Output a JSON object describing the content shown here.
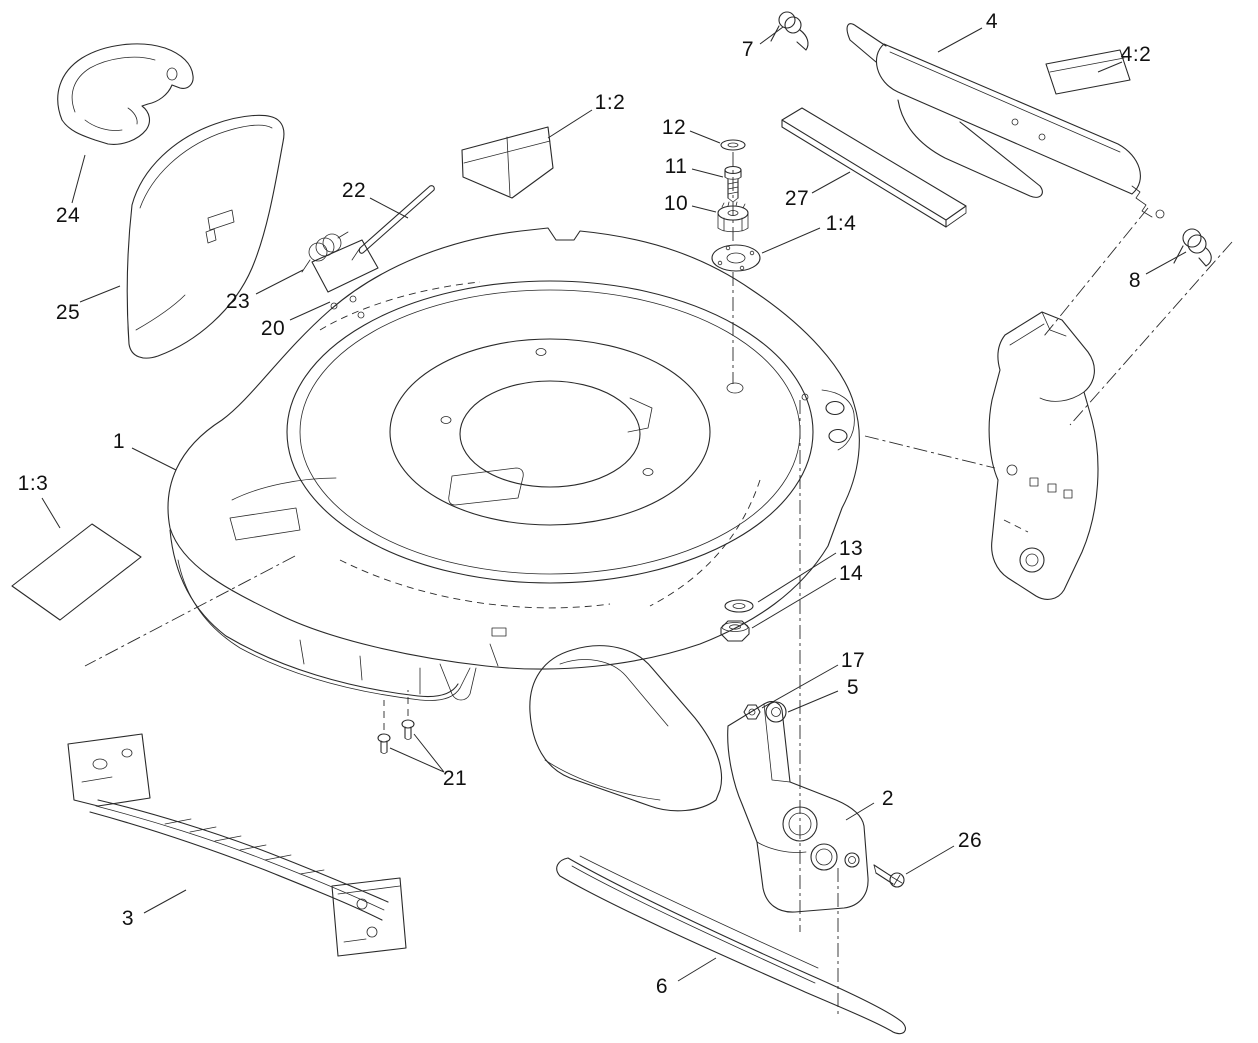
{
  "diagram": {
    "kind": "exploded-parts-diagram",
    "subject": "lawn mower housing and deck assembly",
    "background_color": "#ffffff",
    "line_color": "#2a2a2a",
    "callouts": [
      {
        "label": "1"
      },
      {
        "label": "1:2"
      },
      {
        "label": "1:3"
      },
      {
        "label": "1:4"
      },
      {
        "label": "2"
      },
      {
        "label": "3"
      },
      {
        "label": "4"
      },
      {
        "label": "4:2"
      },
      {
        "label": "5"
      },
      {
        "label": "6"
      },
      {
        "label": "7"
      },
      {
        "label": "8"
      },
      {
        "label": "10"
      },
      {
        "label": "11"
      },
      {
        "label": "12"
      },
      {
        "label": "13"
      },
      {
        "label": "14"
      },
      {
        "label": "17"
      },
      {
        "label": "20"
      },
      {
        "label": "21"
      },
      {
        "label": "22"
      },
      {
        "label": "23"
      },
      {
        "label": "24"
      },
      {
        "label": "25"
      },
      {
        "label": "26"
      },
      {
        "label": "27"
      }
    ]
  }
}
